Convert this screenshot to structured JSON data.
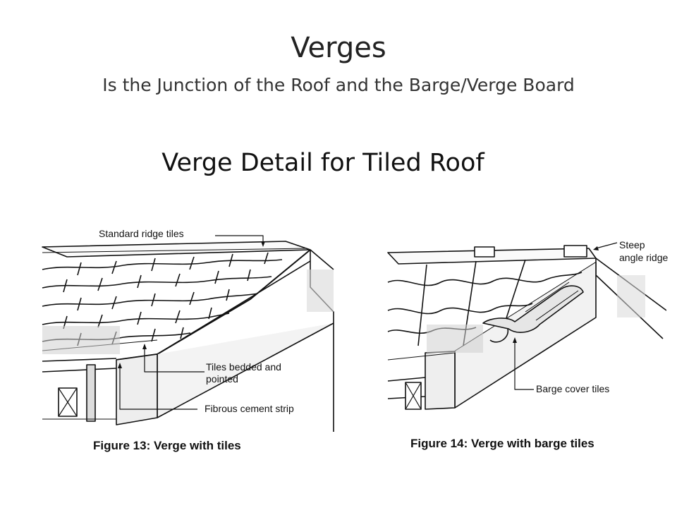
{
  "slide": {
    "title": "Verges",
    "subtitle": "Is the Junction of the Roof and the Barge/Verge Board",
    "heading": "Verge Detail for Tiled Roof"
  },
  "figure13": {
    "labels": {
      "ridge": "Standard ridge tiles",
      "bedded": "Tiles bedded and pointed",
      "strip": "Fibrous cement strip"
    },
    "caption": "Figure 13: Verge with tiles"
  },
  "figure14": {
    "labels": {
      "steep": "Steep angle ridge",
      "barge": "Barge cover tiles"
    },
    "caption": "Figure 14: Verge with barge tiles"
  }
}
